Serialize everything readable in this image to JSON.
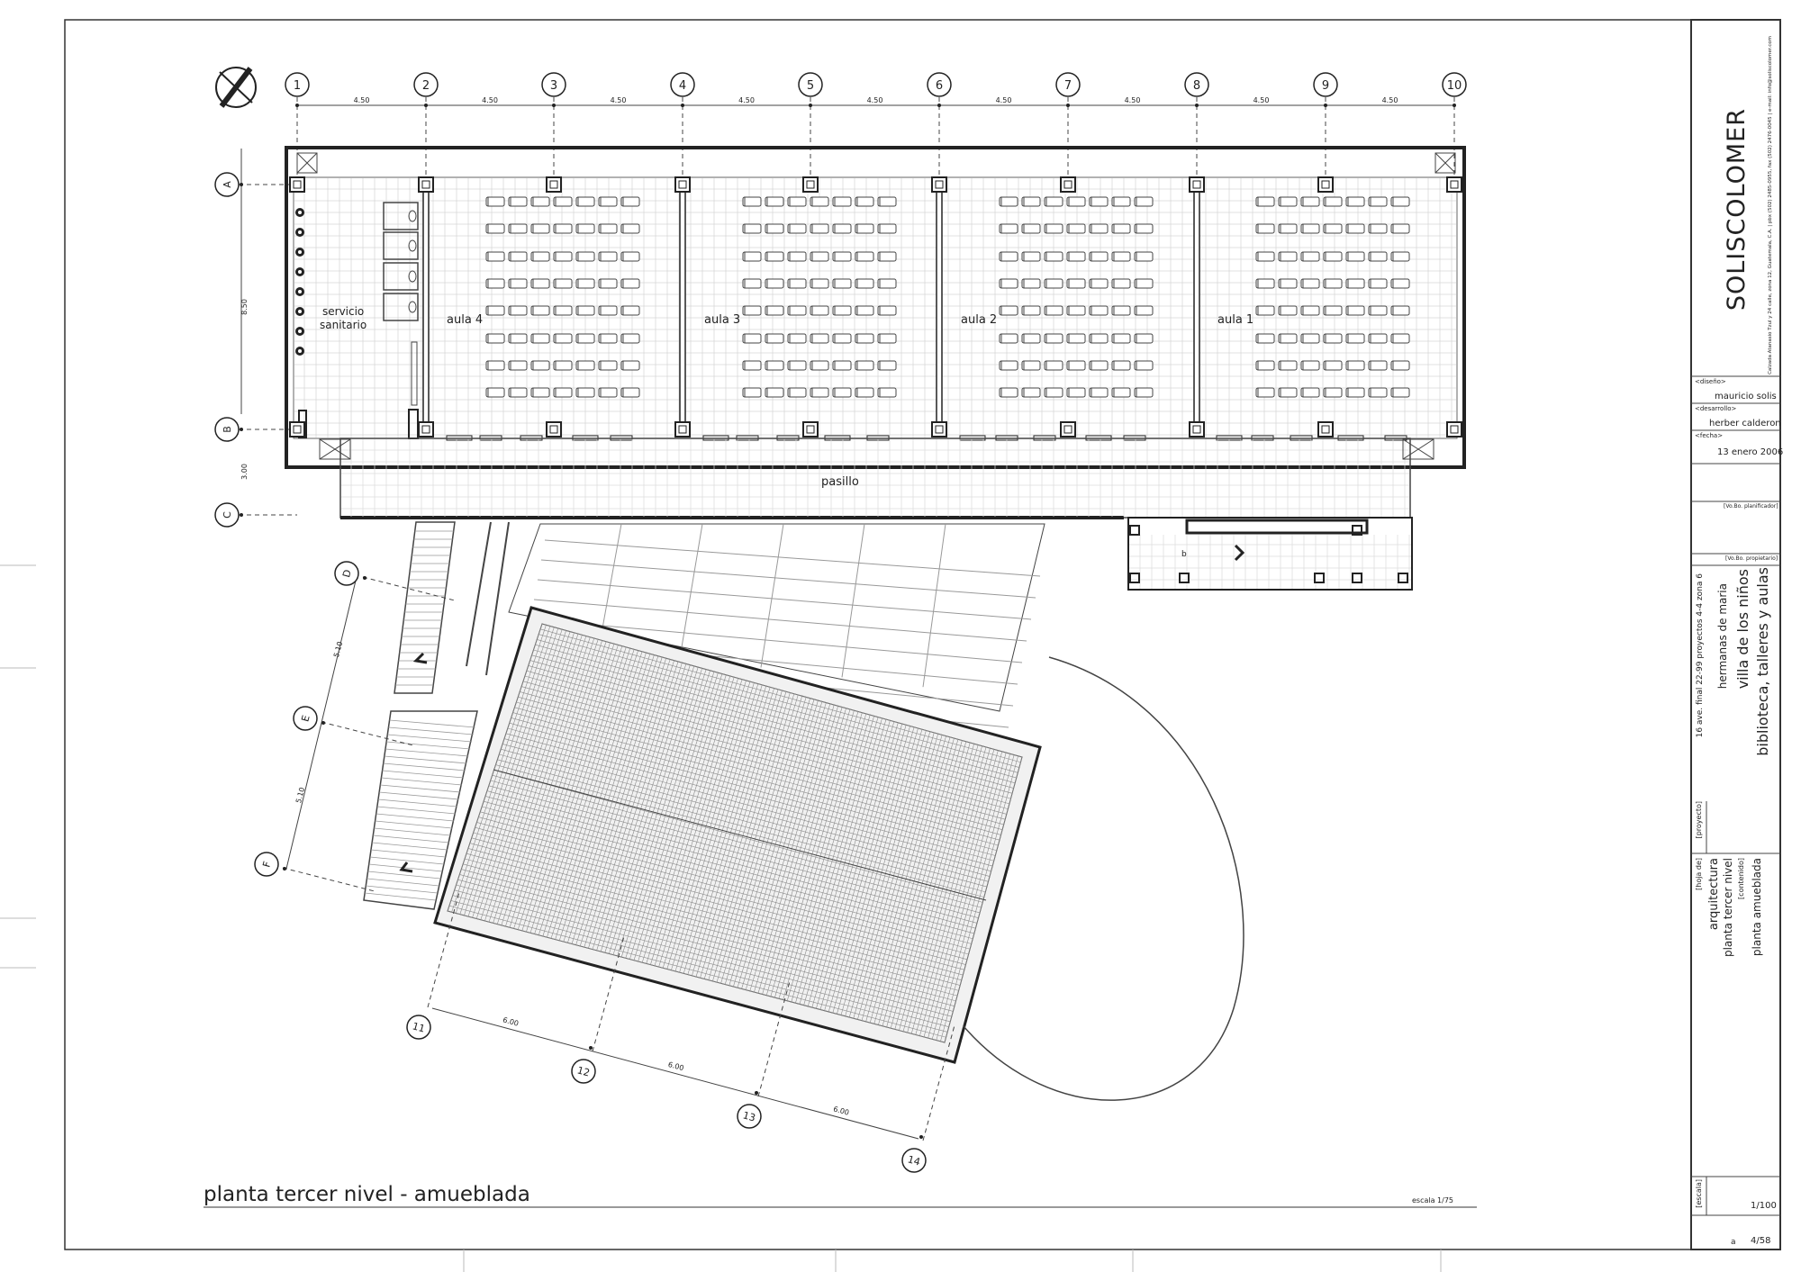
{
  "drawing": {
    "title": "planta tercer nivel - amueblada",
    "scale_note": "escala 1/75",
    "grid_columns": [
      "1",
      "2",
      "3",
      "4",
      "5",
      "6",
      "7",
      "8",
      "9",
      "10"
    ],
    "grid_rows": [
      "A",
      "B",
      "C"
    ],
    "grid_rows_angled": [
      "D",
      "E",
      "F"
    ],
    "grid_columns_angled": [
      "11",
      "12",
      "13",
      "14"
    ],
    "column_spacing": "4.50",
    "row_spacing_ab": "8.50",
    "row_spacing_bc": "3.00",
    "angled_row_spacing": "5.10",
    "angled_column_spacing": "6.00",
    "rooms": {
      "restroom": "servicio sanitario",
      "aula4": "aula 4",
      "aula3": "aula 3",
      "aula2": "aula 2",
      "aula1": "aula 1",
      "corridor": "pasillo"
    }
  },
  "title_block": {
    "firm": "SOLISCOLOMER",
    "firm_address": "Calzada Atanasio Tzul y 24 calle, zona 12, Guatemala, C.A. | pbx (502) 2485-0955, fax (502) 2476-0045 | e-mail: info@soliscolomer.com",
    "diseno_label": "<diseño>",
    "diseno": "mauricio solis",
    "desarrollo_label": "<desarrollo>",
    "desarrollo": "herber calderon",
    "fecha_label": "<fecha>",
    "fecha": "13 enero 2006",
    "vobo_planificador": "[Vo.Bo. planificador]",
    "vobo_propietario": "[Vo.Bo. propietario]",
    "project_address": "16 ave. final 22-99 proyectos 4-4 zona 6",
    "client": "hermanas de maria",
    "project_name": "villa de los niños",
    "project_subtitle": "biblioteca, talleres y aulas",
    "proyecto_label": "[proyecto]",
    "hoja_label": "[hoja de]",
    "hoja": "arquitectura",
    "sheet_desc": "planta tercer nivel",
    "contenido_label": "[contenido]",
    "contenido": "planta amueblada",
    "escala_label": "[escala]",
    "escala": "1/100",
    "rev": "a",
    "sheet_number": "4/58"
  }
}
